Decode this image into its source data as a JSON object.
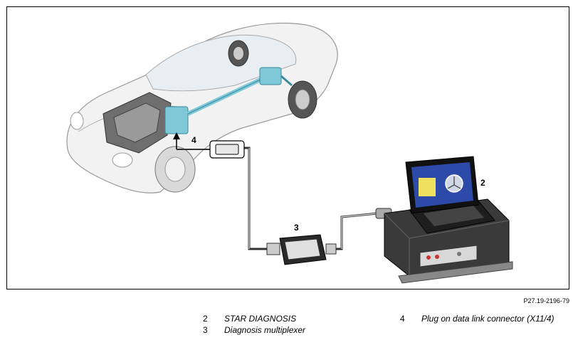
{
  "callouts": {
    "star_diagnosis": "2",
    "multiplexer": "3",
    "connector": "4"
  },
  "figure_ref": "P27.19-2196-79",
  "legend": [
    {
      "num": "2",
      "text": "STAR DIAGNOSIS"
    },
    {
      "num": "3",
      "text": "Diagnosis multiplexer"
    },
    {
      "num": "4",
      "text": "Plug on data link connector (X11/4)"
    }
  ],
  "colors": {
    "car_body": "#f2f2f2",
    "car_outline": "#9a9a9a",
    "component_highlight": "#7fc8d8",
    "cable": "#333333",
    "screen_blue": "#2d4aa8",
    "screen_yellow": "#f0e060",
    "cart_dark": "#2a2a2a"
  }
}
